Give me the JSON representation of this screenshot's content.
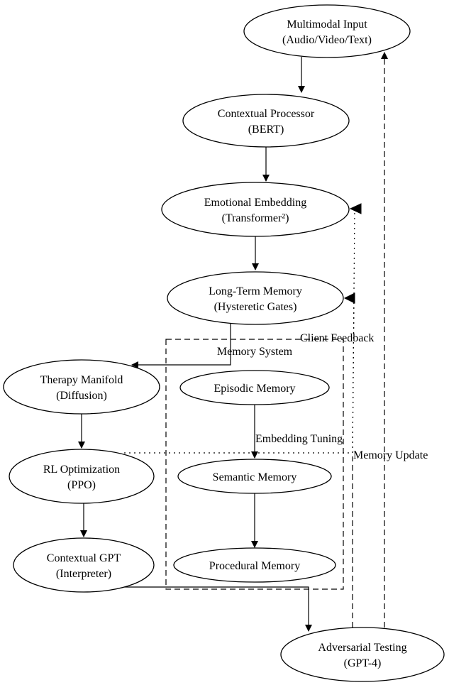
{
  "nodes": {
    "multimodal_input": {
      "line1": "Multimodal Input",
      "line2": "(Audio/Video/Text)"
    },
    "contextual_processor": {
      "line1": "Contextual Processor",
      "line2": "(BERT)"
    },
    "emotional_embedding": {
      "line1": "Emotional Embedding",
      "line2": "(Transformer²)"
    },
    "long_term_memory": {
      "line1": "Long-Term Memory",
      "line2": "(Hysteretic Gates)"
    },
    "therapy_manifold": {
      "line1": "Therapy Manifold",
      "line2": "(Diffusion)"
    },
    "rl_optimization": {
      "line1": "RL Optimization",
      "line2": "(PPO)"
    },
    "contextual_gpt": {
      "line1": "Contextual GPT",
      "line2": "(Interpreter)"
    },
    "adversarial_testing": {
      "line1": "Adversarial Testing",
      "line2": "(GPT-4)"
    },
    "episodic_memory": {
      "line1": "Episodic Memory"
    },
    "semantic_memory": {
      "line1": "Semantic Memory"
    },
    "procedural_memory": {
      "line1": "Procedural Memory"
    }
  },
  "cluster": {
    "title": "Memory System"
  },
  "edge_labels": {
    "client_feedback": "Client Feedback",
    "embedding_tuning": "Embedding Tuning",
    "memory_update": "Memory Update"
  }
}
